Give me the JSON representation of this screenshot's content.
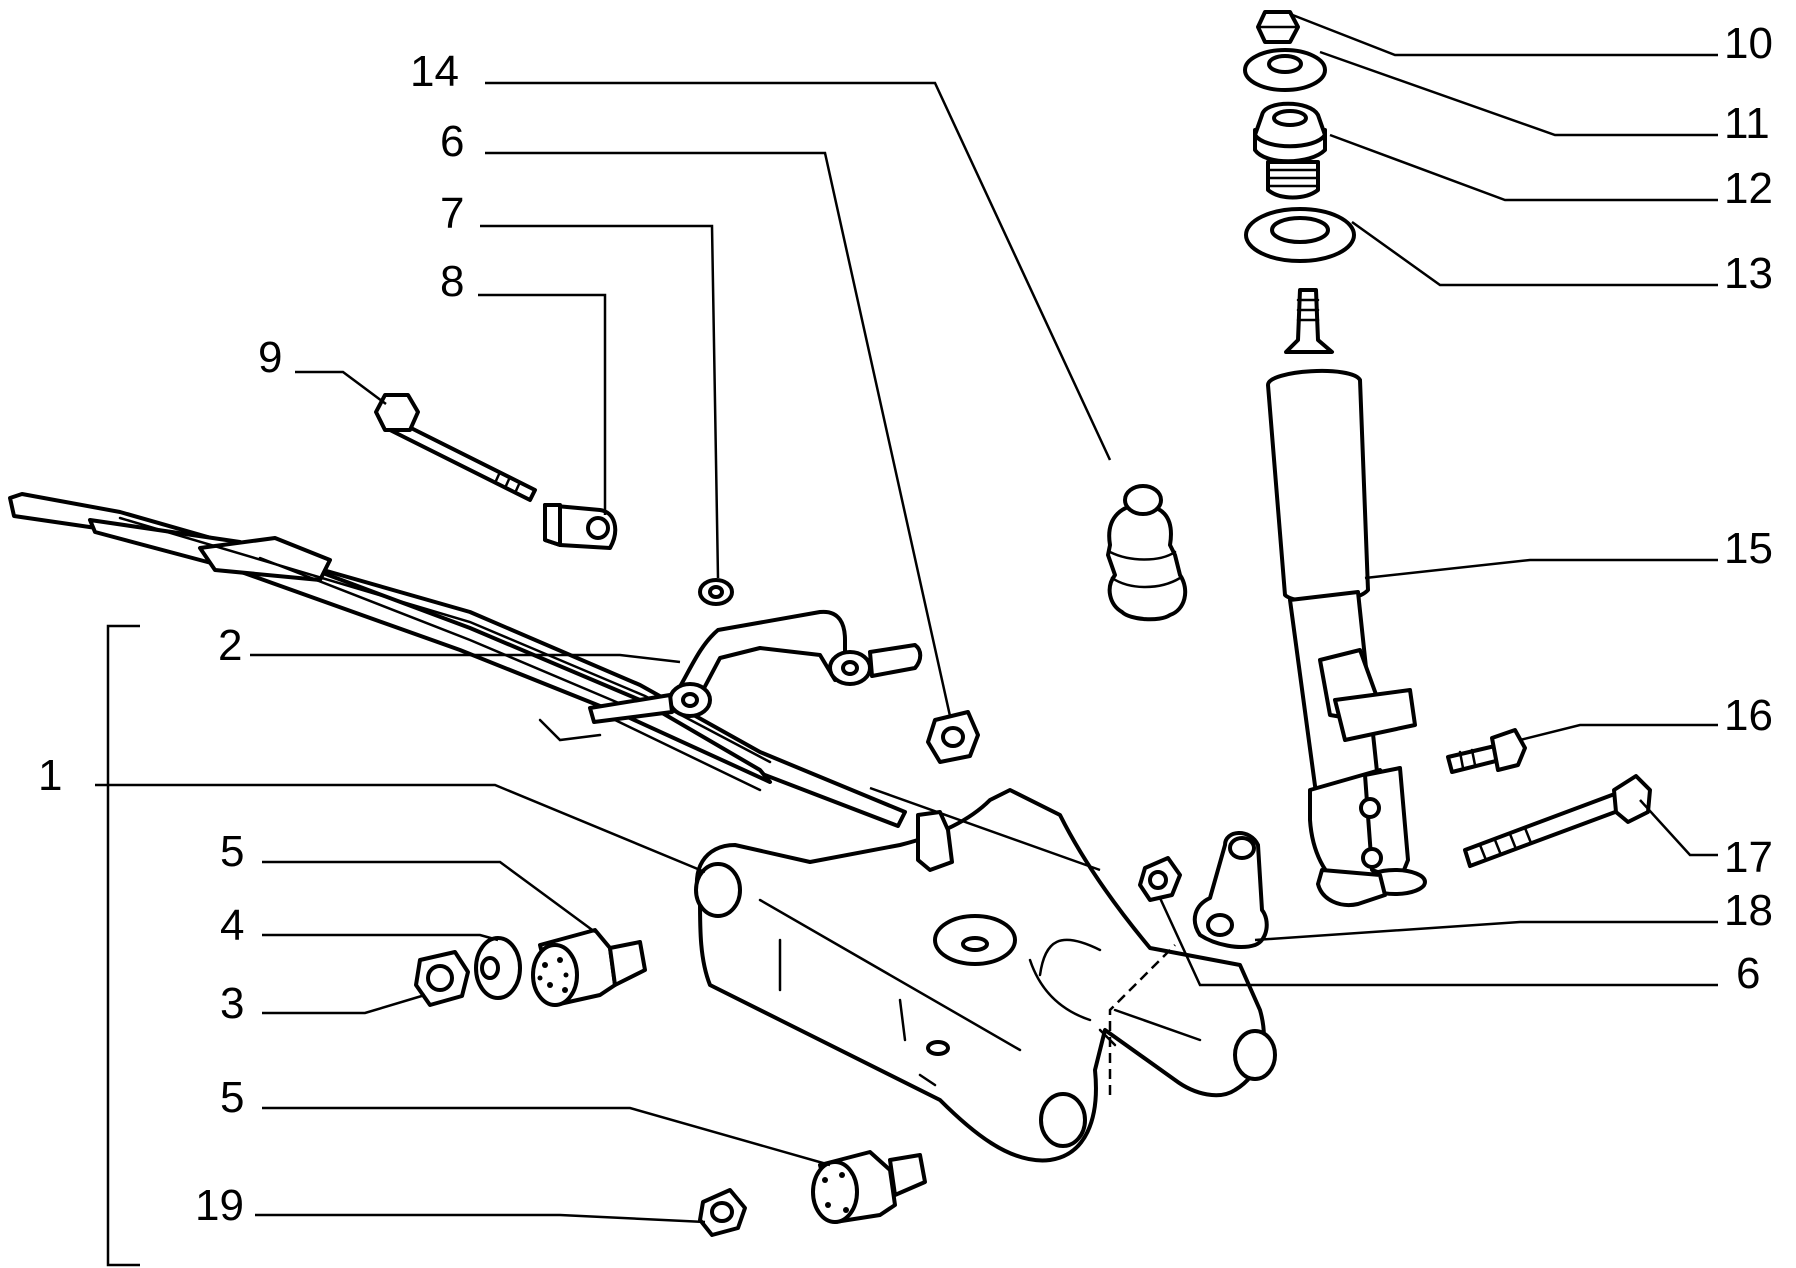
{
  "diagram": {
    "labels": {
      "l1": "1",
      "l2": "2",
      "l3": "3",
      "l4": "4",
      "l5a": "5",
      "l5b": "5",
      "l6a": "6",
      "l6b": "6",
      "l7": "7",
      "l8": "8",
      "l9": "9",
      "l10": "10",
      "l11": "11",
      "l12": "12",
      "l13": "13",
      "l14": "14",
      "l15": "15",
      "l16": "16",
      "l17": "17",
      "l18": "18",
      "l19": "19"
    }
  }
}
